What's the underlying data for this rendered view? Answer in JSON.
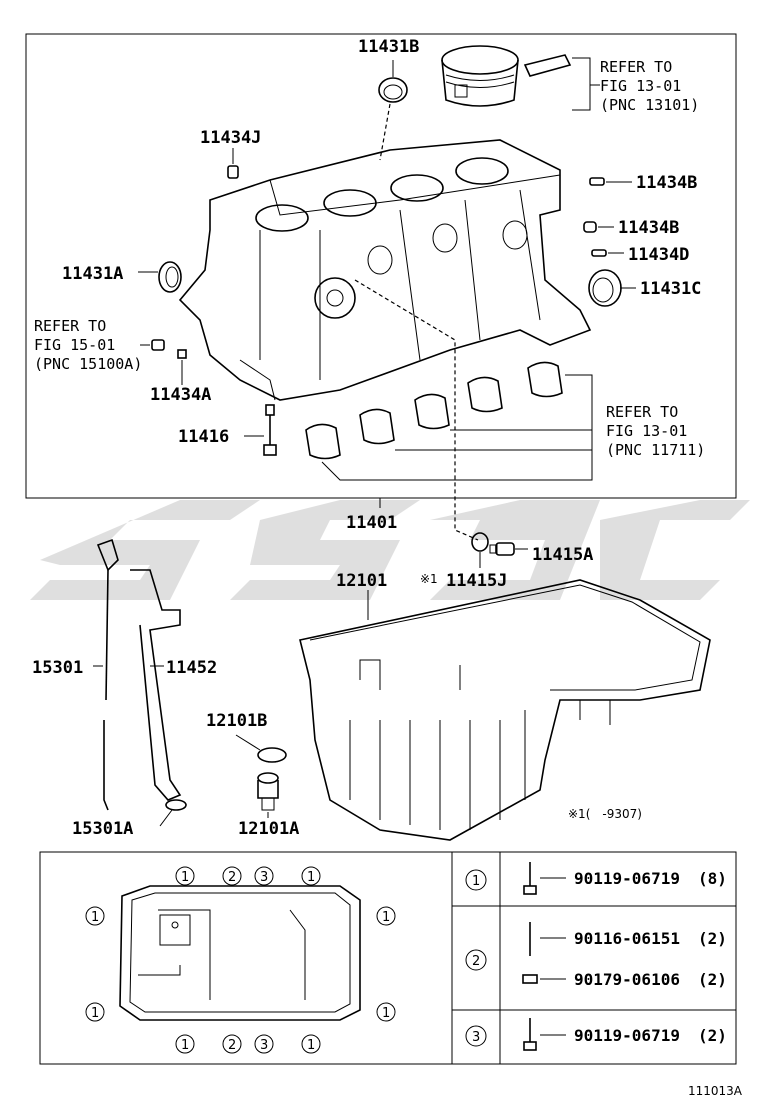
{
  "labels": {
    "p11431B": "11431B",
    "p11434J": "11434J",
    "p11434B_1": "11434B",
    "p11434B_2": "11434B",
    "p11434D": "11434D",
    "p11431A": "11431A",
    "p11431C": "11431C",
    "p11434A": "11434A",
    "p11416": "11416",
    "p11401": "11401",
    "p11415A": "11415A",
    "p11415J": "11415J",
    "p11415J_mark": "※1",
    "p12101": "12101",
    "p15301": "15301",
    "p11452": "11452",
    "p12101B": "12101B",
    "p15301A": "15301A",
    "p12101A": "12101A",
    "note_mark": "※1(　-9307)"
  },
  "refs": {
    "r1": {
      "line1": "REFER TO",
      "line2": "FIG 13-01",
      "line3": "(PNC 13101)"
    },
    "r2": {
      "line1": "REFER TO",
      "line2": "FIG 15-01",
      "line3": "(PNC 15100A)"
    },
    "r3": {
      "line1": "REFER TO",
      "line2": "FIG 13-01",
      "line3": "(PNC 11711)"
    }
  },
  "bolt_map": {
    "top_markers": [
      "①",
      "②",
      "③",
      "①"
    ],
    "bottom_markers": [
      "①",
      "②",
      "③",
      "①"
    ],
    "side_marker": "①"
  },
  "bolt_table": {
    "rows": [
      {
        "marker": "①",
        "parts": [
          {
            "pn": "90119-06719",
            "qty": "(8)"
          }
        ]
      },
      {
        "marker": "②",
        "parts": [
          {
            "pn": "90116-06151",
            "qty": "(2)"
          },
          {
            "pn": "90179-06106",
            "qty": "(2)"
          }
        ]
      },
      {
        "marker": "③",
        "parts": [
          {
            "pn": "90119-06719",
            "qty": "(2)"
          }
        ]
      }
    ]
  },
  "figure_id": "111013A",
  "watermark_color": "#d9d9d9"
}
